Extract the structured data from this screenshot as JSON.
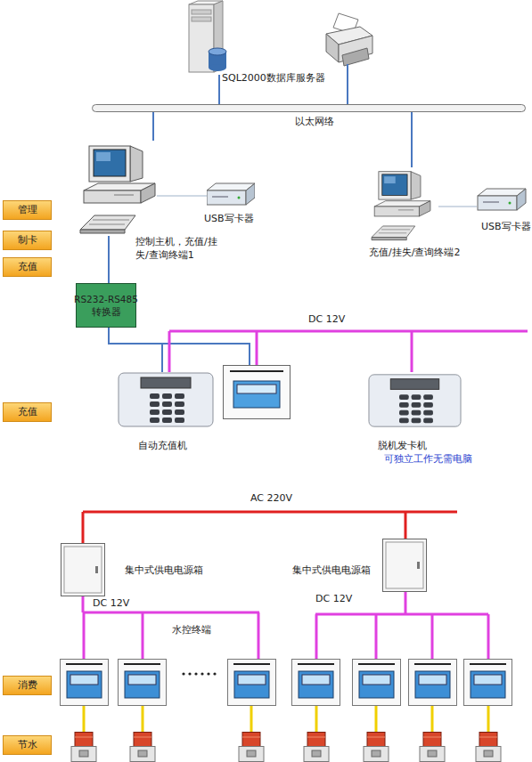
{
  "diagram": {
    "nodes": [
      {
        "text": [
          "SQL2000数据库服务器"
        ]
      },
      {
        "text": [
          "以太网络"
        ]
      },
      {
        "text": [
          "控制主机，充值/挂失/查询终端1"
        ]
      },
      {
        "text": [
          "USB写卡器"
        ]
      },
      {
        "text": [
          "充值/挂失/查询终端2"
        ]
      },
      {
        "text": [
          "USB写卡器"
        ]
      },
      {
        "text": [
          "管理"
        ]
      },
      {
        "text": [
          "制卡"
        ]
      },
      {
        "text": [
          "充值"
        ]
      },
      {
        "text": [
          "RS232-RS485 转换器"
        ]
      },
      {
        "text": [
          "自动充值机"
        ]
      },
      {
        "text": [
          "脱机发卡机",
          "可独立工作无需电脑"
        ]
      },
      {
        "text": [
          "充值"
        ]
      },
      {
        "text": [
          "集中式供电电源箱"
        ]
      },
      {
        "text": [
          "集中式供电电源箱"
        ]
      },
      {
        "text": [
          "消费"
        ]
      },
      {
        "text": [
          "节水"
        ]
      }
    ],
    "edges": [
      {
        "from": 0,
        "to": 1,
        "arrow": "none"
      },
      {
        "from": 1,
        "to": 2,
        "arrow": "none"
      },
      {
        "from": 1,
        "to": 4,
        "arrow": "none"
      },
      {
        "from": 2,
        "to": 3,
        "arrow": "none"
      },
      {
        "from": 4,
        "to": 5,
        "arrow": "none"
      },
      {
        "from": 2,
        "to": 9,
        "arrow": "none"
      },
      {
        "from": 9,
        "to": 10,
        "arrow": "none"
      }
    ],
    "labels": [
      "DC 12V",
      "AC 220V",
      "DC 12V",
      "DC 12V",
      "水控终端"
    ]
  }
}
